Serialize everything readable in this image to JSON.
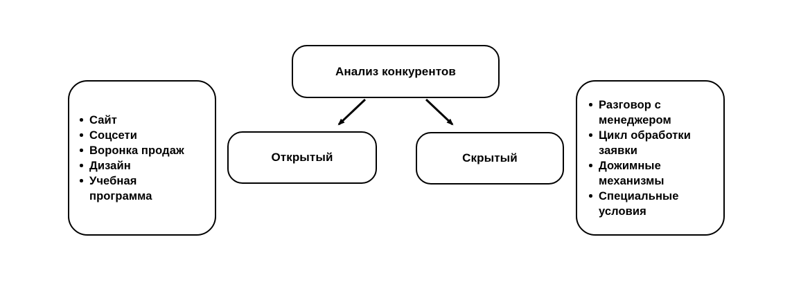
{
  "diagram": {
    "root_node": {
      "label": "Анализ конкурентов"
    },
    "open_node": {
      "label": "Открытый"
    },
    "hidden_node": {
      "label": "Скрытый"
    },
    "open_attributes": {
      "items": [
        "Сайт",
        "Соцсети",
        "Воронка продаж",
        "Дизайн",
        "Учебная программа"
      ]
    },
    "hidden_attributes": {
      "items": [
        "Разговор с менеджером",
        "Цикл обработки заявки",
        "Дожимные механизмы",
        "Специальные условия"
      ]
    }
  },
  "colors": {
    "background": "#ffffff",
    "node_fill": "#ffffff",
    "node_border": "#000000",
    "text": "#000000",
    "arrow": "#000000"
  }
}
